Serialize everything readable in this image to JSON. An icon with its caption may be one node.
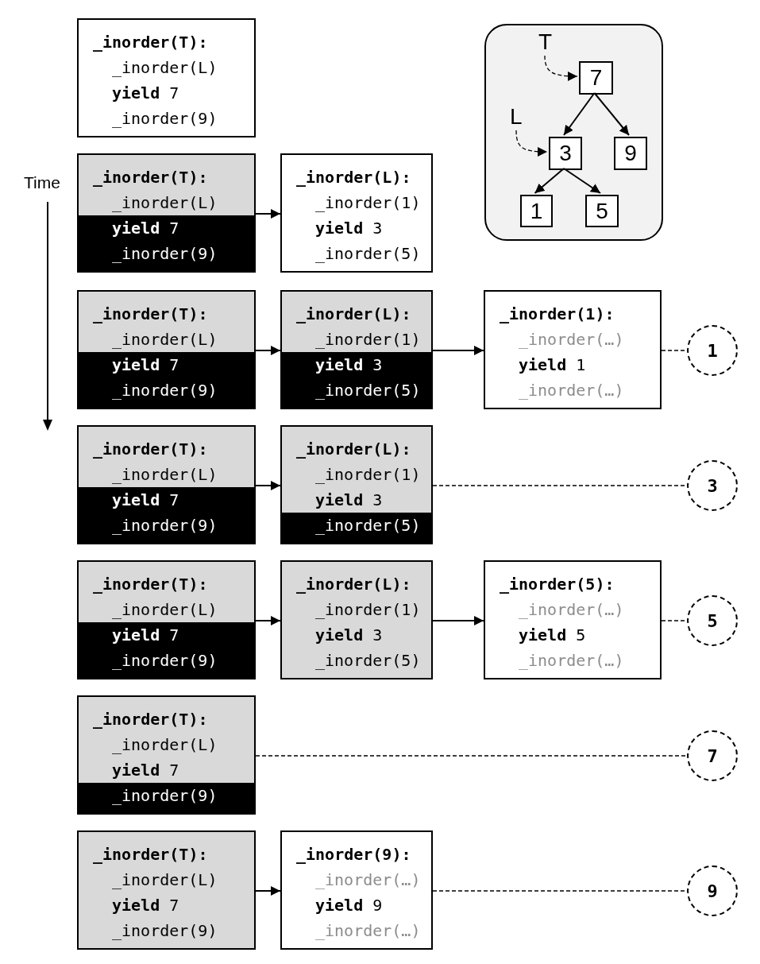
{
  "diagram": {
    "nodes": [
      {
        "text": [
          "_inorder(T):",
          "_inorder(L)",
          "**yield** 7",
          "_inorder(9)"
        ]
      },
      {
        "text": [
          "_inorder(T):",
          "_inorder(L)",
          "**yield** 7",
          "_inorder(9)"
        ]
      },
      {
        "text": [
          "_inorder(L):",
          "_inorder(1)",
          "**yield** 3",
          "_inorder(5)"
        ]
      },
      {
        "text": [
          "_inorder(T):",
          "_inorder(L)",
          "**yield** 7",
          "_inorder(9)"
        ]
      },
      {
        "text": [
          "_inorder(L):",
          "_inorder(1)",
          "**yield** 3",
          "_inorder(5)"
        ]
      },
      {
        "text": [
          "_inorder(1):",
          "_inorder(…)",
          "**yield** 1",
          "_inorder(…)"
        ]
      },
      {
        "text": [
          "1"
        ]
      },
      {
        "text": [
          "_inorder(T):",
          "_inorder(L)",
          "**yield** 7",
          "_inorder(9)"
        ]
      },
      {
        "text": [
          "_inorder(L):",
          "_inorder(1)",
          "**yield** 3",
          "_inorder(5)"
        ]
      },
      {
        "text": [
          "3"
        ]
      },
      {
        "text": [
          "_inorder(T):",
          "_inorder(L)",
          "**yield** 7",
          "_inorder(9)"
        ]
      },
      {
        "text": [
          "_inorder(L):",
          "_inorder(1)",
          "**yield** 3",
          "_inorder(5)"
        ]
      },
      {
        "text": [
          "_inorder(5):",
          "_inorder(…)",
          "**yield** 5",
          "_inorder(…)"
        ]
      },
      {
        "text": [
          "5"
        ]
      },
      {
        "text": [
          "_inorder(T):",
          "_inorder(L)",
          "**yield** 7",
          "_inorder(9)"
        ]
      },
      {
        "text": [
          "7"
        ]
      },
      {
        "text": [
          "_inorder(T):",
          "_inorder(L)",
          "**yield** 7",
          "_inorder(9)"
        ]
      },
      {
        "text": [
          "_inorder(9):",
          "_inorder(…)",
          "**yield** 9",
          "_inorder(…)"
        ]
      },
      {
        "text": [
          "9"
        ]
      },
      {
        "text": [],
        "shape": "box"
      },
      {
        "text": [
          "T"
        ],
        "in": 19
      },
      {
        "text": [
          "7"
        ],
        "in": 19
      },
      {
        "text": [
          "L"
        ],
        "in": 19
      },
      {
        "text": [
          "3"
        ],
        "in": 19
      },
      {
        "text": [
          "9"
        ],
        "in": 19
      },
      {
        "text": [
          "1"
        ],
        "in": 19
      },
      {
        "text": [
          "5"
        ],
        "in": 19
      }
    ],
    "edges": [
      {
        "from": 1,
        "to": 2,
        "arrow": "to"
      },
      {
        "from": 3,
        "to": 4,
        "arrow": "to"
      },
      {
        "from": 4,
        "to": 5,
        "arrow": "to"
      },
      {
        "from": 5,
        "to": 6,
        "arrow": "none",
        "style": "dashed"
      },
      {
        "from": 7,
        "to": 8,
        "arrow": "to"
      },
      {
        "from": 8,
        "to": 9,
        "arrow": "none",
        "style": "dashed"
      },
      {
        "from": 10,
        "to": 11,
        "arrow": "to"
      },
      {
        "from": 11,
        "to": 12,
        "arrow": "to"
      },
      {
        "from": 12,
        "to": 13,
        "arrow": "none",
        "style": "dashed"
      },
      {
        "from": 14,
        "to": 15,
        "arrow": "none",
        "style": "dashed"
      },
      {
        "from": 16,
        "to": 17,
        "arrow": "to"
      },
      {
        "from": 17,
        "to": 18,
        "arrow": "none",
        "style": "dashed"
      },
      {
        "from": 20,
        "to": 21,
        "arrow": "to",
        "style": "dashed"
      },
      {
        "from": 21,
        "to": 23,
        "arrow": "to"
      },
      {
        "from": 21,
        "to": 24,
        "arrow": "to"
      },
      {
        "from": 22,
        "to": 23,
        "arrow": "to",
        "style": "dashed"
      },
      {
        "from": 23,
        "to": 25,
        "arrow": "to"
      },
      {
        "from": 23,
        "to": 26,
        "arrow": "to"
      }
    ],
    "labels": [
      "Time"
    ]
  }
}
